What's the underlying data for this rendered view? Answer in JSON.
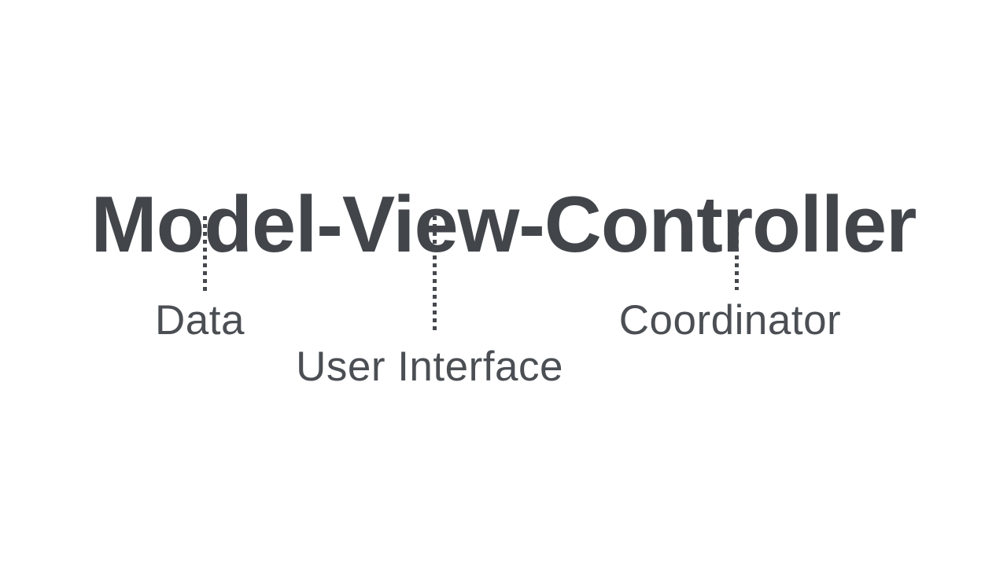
{
  "title": "Model-View-Controller",
  "colors": {
    "background": "#ffffff",
    "title": "#42464b",
    "label": "#4b4f54",
    "dot": "#45484d"
  },
  "annotations": [
    {
      "id": "model",
      "label": "Data"
    },
    {
      "id": "view",
      "label": "User Interface"
    },
    {
      "id": "controller",
      "label": "Coordinator"
    }
  ]
}
